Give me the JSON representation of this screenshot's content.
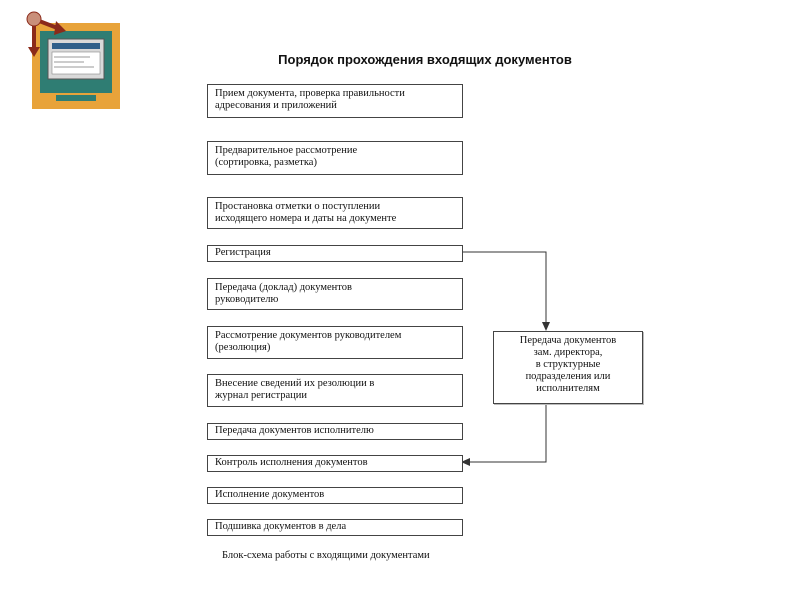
{
  "title": "Порядок прохождения входящих документов",
  "steps": [
    {
      "label": "Прием документа, проверка правильности\nадресования и приложений"
    },
    {
      "label": "Предварительное рассмотрение\n(сортировка, разметка)"
    },
    {
      "label": "Простановка отметки о поступлении\nисходящего номера и даты на документе"
    },
    {
      "label": "Регистрация"
    },
    {
      "label": "Передача (доклад) документов\nруководителю"
    },
    {
      "label": "Рассмотрение документов руководителем\n(резолюция)"
    },
    {
      "label": "Внесение сведений их резолюции в\nжурнал регистрации"
    },
    {
      "label": "Передача документов исполнителю"
    },
    {
      "label": "Контроль исполнения документов"
    },
    {
      "label": "Исполнение документов"
    },
    {
      "label": "Подшивка документов в дела"
    }
  ],
  "side_step": {
    "label": "Передача документов\nзам. директора,\nв структурные\nподразделения или\nисполнителям"
  },
  "caption": "Блок-схема работы с входящими документами",
  "colors": {
    "logo_frame": "#e8a33a",
    "logo_screen": "#2f7d73",
    "logo_arrows": "#8b2a1a",
    "border": "#444444"
  }
}
